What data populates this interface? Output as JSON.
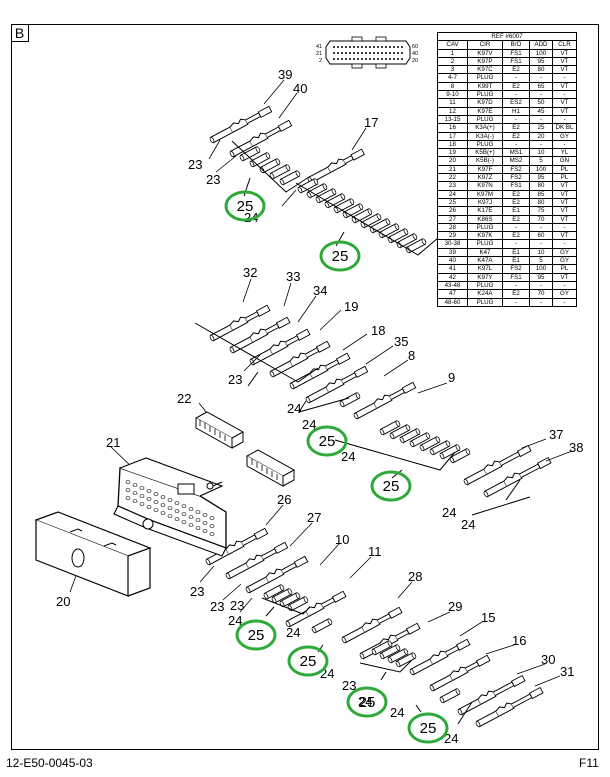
{
  "frame": {
    "corner_label": "B"
  },
  "footer": {
    "doc_number": "12-E50-0045-03",
    "page_ref": "F11"
  },
  "connector_icon": {
    "pin_labels": [
      "41",
      "21",
      "2",
      "60",
      "40",
      "20"
    ]
  },
  "ref_table": {
    "title": "REF #6007",
    "headers": [
      "CAV",
      "CIR",
      "B/O",
      "ADD",
      "CLR"
    ],
    "rows": [
      [
        "1",
        "K97V",
        "FS1",
        "100",
        "VT"
      ],
      [
        "2",
        "K97P",
        "FS1",
        "95",
        "VT"
      ],
      [
        "3",
        "K97C",
        "E2",
        "80",
        "VT"
      ],
      [
        "4-7",
        "PLUG",
        "-",
        "-",
        "-"
      ],
      [
        "8",
        "K99T",
        "E2",
        "65",
        "VT"
      ],
      [
        "9-10",
        "PLUG",
        "-",
        "-",
        "-"
      ],
      [
        "11",
        "K97D",
        "ES2",
        "50",
        "VT"
      ],
      [
        "12",
        "K97E",
        "H1",
        "45",
        "VT"
      ],
      [
        "13-15",
        "PLUG",
        "-",
        "-",
        "-"
      ],
      [
        "16",
        "K3A(+)",
        "E2",
        "25",
        "DK BL"
      ],
      [
        "17",
        "K3A(-)",
        "E2",
        "20",
        "GY"
      ],
      [
        "18",
        "PLUG",
        "-",
        "-",
        "-"
      ],
      [
        "19",
        "K5B(+)",
        "MS1",
        "10",
        "YL"
      ],
      [
        "20",
        "K5B(-)",
        "MS2",
        "5",
        "GN"
      ],
      [
        "21",
        "K97F",
        "FS2",
        "100",
        "PL"
      ],
      [
        "22",
        "K97Z",
        "FS2",
        "95",
        "PL"
      ],
      [
        "23",
        "K97N",
        "FS1",
        "80",
        "VT"
      ],
      [
        "24",
        "K97M",
        "E2",
        "85",
        "VT"
      ],
      [
        "25",
        "K97J",
        "E2",
        "80",
        "VT"
      ],
      [
        "26",
        "K17E",
        "E1",
        "75",
        "VT"
      ],
      [
        "27",
        "K86S",
        "E2",
        "70",
        "VT"
      ],
      [
        "28",
        "PLUG",
        "-",
        "-",
        "-"
      ],
      [
        "29",
        "K97K",
        "E2",
        "60",
        "VT"
      ],
      [
        "30-38",
        "PLUG",
        "-",
        "-",
        "-"
      ],
      [
        "39",
        "K47",
        "E1",
        "10",
        "GY"
      ],
      [
        "40",
        "K47A",
        "E1",
        "5",
        "GY"
      ],
      [
        "41",
        "K97L",
        "FS2",
        "100",
        "PL"
      ],
      [
        "42",
        "K97Y",
        "FS1",
        "95",
        "VT"
      ],
      [
        "43-48",
        "PLUG",
        "-",
        "-",
        "-"
      ],
      [
        "47",
        "K24A",
        "E2",
        "70",
        "GY"
      ],
      [
        "48-60",
        "PLUG",
        "-",
        "-",
        "-"
      ]
    ]
  },
  "callouts": {
    "c39": "39",
    "c40": "40",
    "c17": "17",
    "c32": "32",
    "c33": "33",
    "c34": "34",
    "c19": "19",
    "c18": "18",
    "c35": "35",
    "c8": "8",
    "c9": "9",
    "c22": "22",
    "c21": "21",
    "c20": "20",
    "c26": "26",
    "c27": "27",
    "c10": "10",
    "c11": "11",
    "c28": "28",
    "c29": "29",
    "c15": "15",
    "c16": "16",
    "c30": "30",
    "c31": "31",
    "c37": "37",
    "c38": "38",
    "c23a": "23",
    "c23b": "23",
    "c23c": "23",
    "c23d": "23",
    "c23e": "23",
    "c23f": "23",
    "c23g": "23",
    "c24a": "24",
    "c24b": "24",
    "c24c": "24",
    "c24d": "24",
    "c24e": "24",
    "c24f": "24",
    "c24g": "24",
    "c24h": "24",
    "c24i": "24",
    "c24j": "24",
    "c24k": "24",
    "c24l": "24"
  },
  "highlighted_callouts": {
    "h1": "25",
    "h2": "25",
    "h3": "25",
    "h4": "25",
    "h5": "25",
    "h6": "25",
    "h7": "25",
    "h8": "25"
  },
  "colors": {
    "highlight_ring": "#2eaa3a",
    "line": "#000000",
    "part_fill": "#ffffff"
  }
}
